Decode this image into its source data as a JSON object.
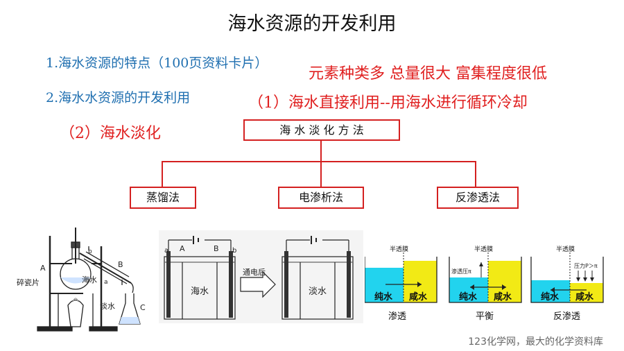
{
  "slide": {
    "title": "海水资源的开发利用",
    "point1": "1.海水资源的特点（100页资料卡片）",
    "point2": "2.海水水资源的开发利用",
    "features": "元素种类多  总量很大  富集程度很低",
    "use1": "（1）海水直接利用--用海水进行循环冷却",
    "use2": "（2）海水淡化"
  },
  "chart": {
    "root": "海 水 淡 化 方 法",
    "branches": [
      "蒸馏法",
      "电渗析法",
      "反渗透法"
    ]
  },
  "distillation": {
    "labels": [
      "b",
      "A",
      "碎瓷片",
      "海水",
      "a",
      "B",
      "淡水",
      "C"
    ]
  },
  "electrodialysis": {
    "left_labels": [
      "a",
      "A",
      "B",
      "b"
    ],
    "left_content": "海水",
    "arrow_label": "通电后",
    "right_content": "淡水"
  },
  "osmosis": {
    "panels": [
      {
        "membrane": "半透膜",
        "left": "纯水",
        "right": "咸水",
        "caption": "渗透",
        "extra": ""
      },
      {
        "membrane": "半透膜",
        "left": "纯水",
        "right": "咸水",
        "caption": "平衡",
        "extra": "渗透压π"
      },
      {
        "membrane": "半透膜",
        "left": "纯水",
        "right": "咸水",
        "caption": "反渗透",
        "extra": "压力P＞π"
      }
    ]
  },
  "colors": {
    "accent_red": "#e02020",
    "blue_text": "#1f6fb0",
    "cyan_water": "#22d3ee",
    "yellow_water": "#f2ea15"
  },
  "footer": "123化学网，最大的化学资料库"
}
